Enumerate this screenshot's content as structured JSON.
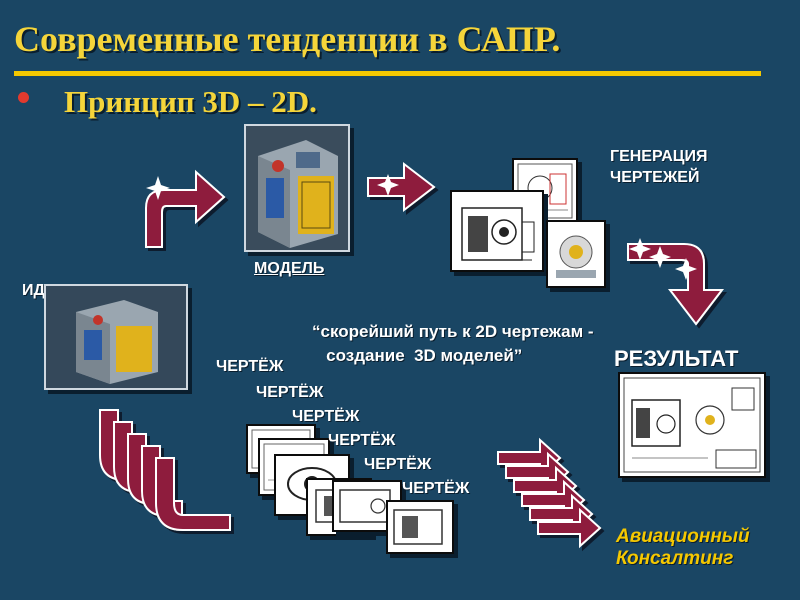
{
  "title": "Современные тенденции в САПР.",
  "bullet": "Принцип 3D – 2D.",
  "labels": {
    "generation": "ГЕНЕРАЦИЯ\nЧЕРТЕЖЕЙ",
    "idea": "ИДЕЯ",
    "model": "МОДЕЛЬ",
    "result": "РЕЗУЛЬТАТ",
    "quote": "“скорейший путь к 2D чертежам -\n   создание  3D моделей”"
  },
  "drawings": [
    "ЧЕРТЁЖ",
    "ЧЕРТЁЖ",
    "ЧЕРТЁЖ",
    "ЧЕРТЁЖ",
    "ЧЕРТЁЖ",
    "ЧЕРТЁЖ"
  ],
  "brand": "Авиационный\nКонсалтинг",
  "colors": {
    "background": "#1a4664",
    "title": "#f5d53a",
    "rule": "#f5c800",
    "arrow": "#8e1c3c",
    "bullet": "#e23a2e"
  }
}
